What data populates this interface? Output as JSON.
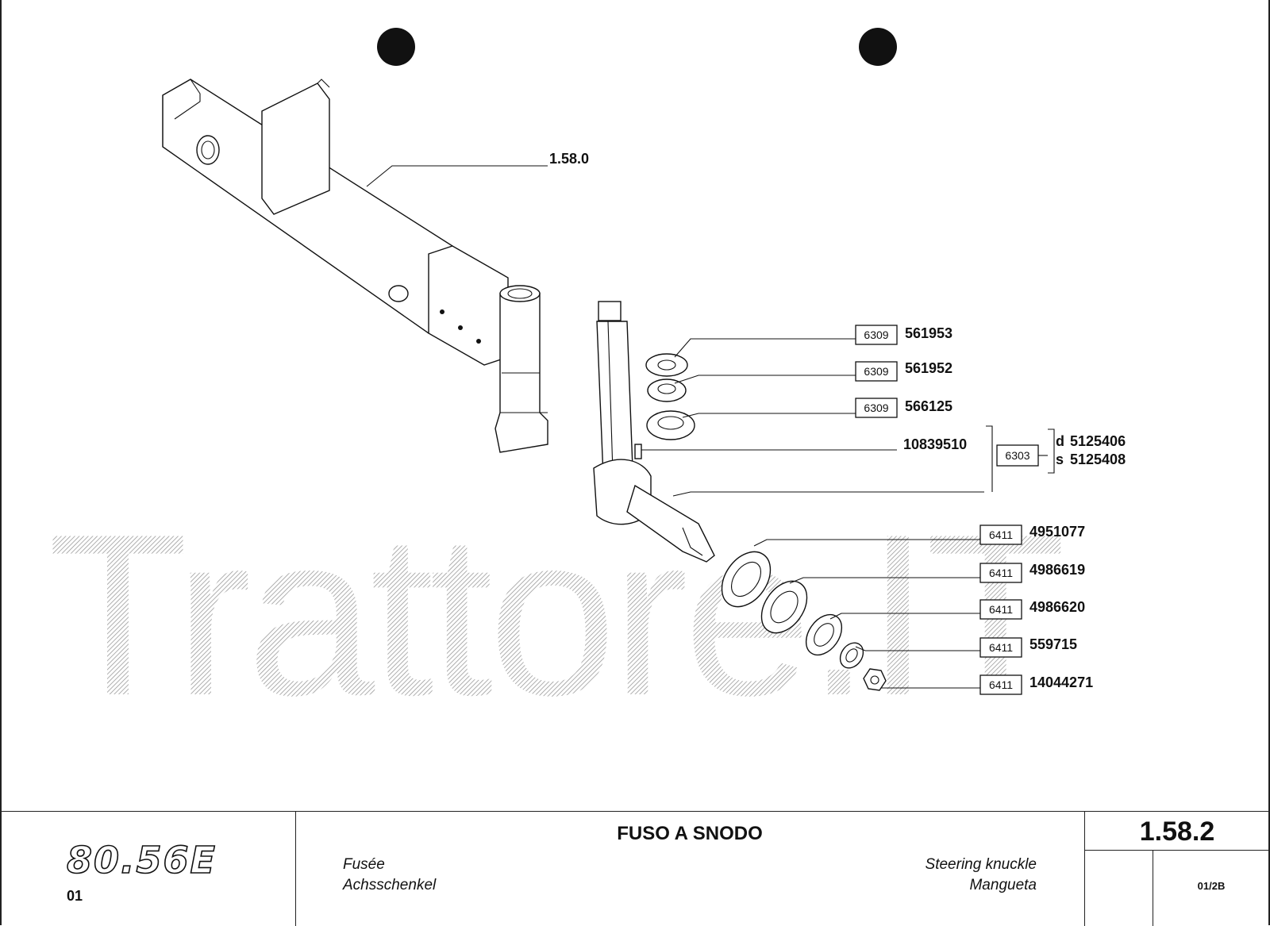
{
  "watermark": "Trattore.IT",
  "assembly_ref": "1.58.0",
  "callouts": [
    {
      "box": "6309",
      "part": "561953"
    },
    {
      "box": "6309",
      "part": "561952"
    },
    {
      "box": "6309",
      "part": "566125"
    },
    {
      "box": "",
      "part": "10839510"
    },
    {
      "box": "6411",
      "part": "4951077"
    },
    {
      "box": "6411",
      "part": "4986619"
    },
    {
      "box": "6411",
      "part": "4986620"
    },
    {
      "box": "6411",
      "part": "559715"
    },
    {
      "box": "6411",
      "part": "14044271"
    }
  ],
  "knuckle_group": {
    "box": "6303",
    "right": {
      "side": "d",
      "part": "5125406"
    },
    "left": {
      "side": "s",
      "part": "5125408"
    }
  },
  "title_block": {
    "model": "80.56E",
    "model_sub": "01",
    "title_it": "FUSO A SNODO",
    "title_fr": "Fusée",
    "title_de": "Achsschenkel",
    "title_en": "Steering knuckle",
    "title_es": "Mangueta",
    "table_ref": "1.58.2",
    "page_ref": "01/2B"
  }
}
